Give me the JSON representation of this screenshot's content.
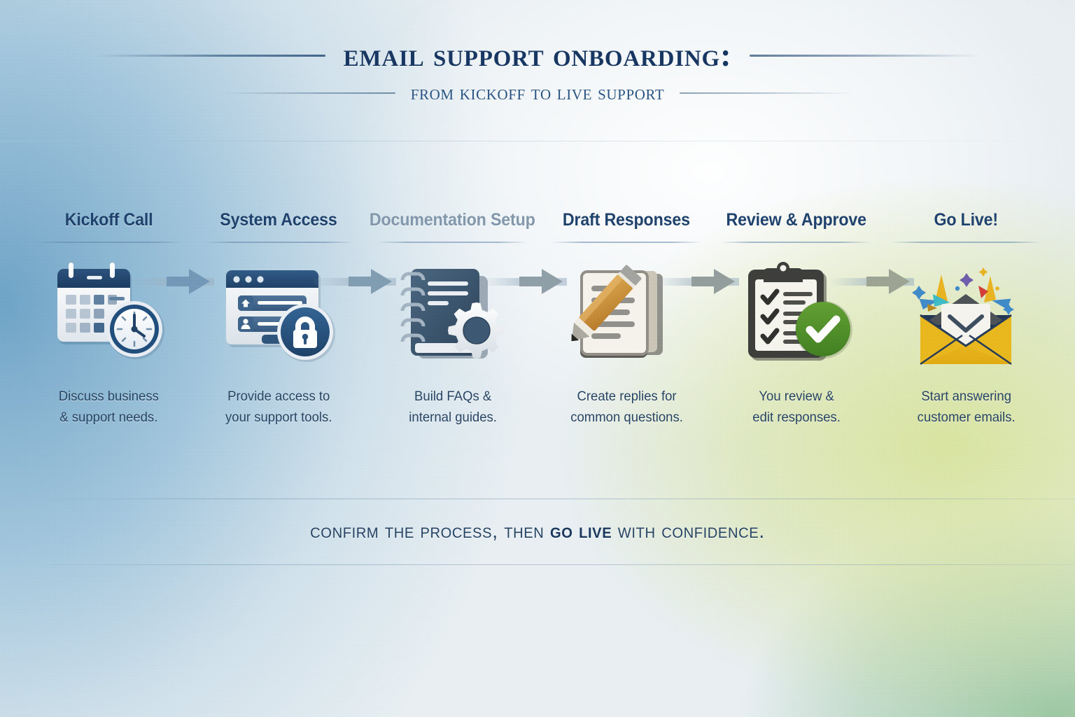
{
  "header": {
    "title": "Email Support Onboarding:",
    "subtitle": "From Kickoff to Live Support"
  },
  "steps": [
    {
      "id": "kickoff-call",
      "label": "Kickoff Call",
      "caption": "Discuss business\n& support needs.",
      "icon": "calendar-clock-icon",
      "muted": false
    },
    {
      "id": "system-access",
      "label": "System Access",
      "caption": "Provide access to\nyour support tools.",
      "icon": "browser-lock-icon",
      "muted": false
    },
    {
      "id": "documentation-setup",
      "label": "Documentation Setup",
      "caption": "Build FAQs &\ninternal guides.",
      "icon": "notebook-gear-icon",
      "muted": true
    },
    {
      "id": "draft-responses",
      "label": "Draft Responses",
      "caption": "Create replies for\ncommon questions.",
      "icon": "document-pencil-icon",
      "muted": false
    },
    {
      "id": "review-approve",
      "label": "Review & Approve",
      "caption": "You review &\nedit responses.",
      "icon": "clipboard-check-icon",
      "muted": false
    },
    {
      "id": "go-live",
      "label": "Go Live!",
      "caption": "Start answering\ncustomer emails.",
      "icon": "envelope-confetti-icon",
      "muted": false
    }
  ],
  "footer": {
    "text_before": "Confirm the process, then ",
    "emphasis": "Go Live",
    "text_after": " with confidence."
  },
  "colors": {
    "title_navy": "#16355e",
    "subtitle_blue": "#27507e",
    "heading_blue": "#1d3f68",
    "muted_heading": "#7d93a8",
    "caption_blue": "#25415e",
    "arrow_steel": "#6f93b4",
    "icon_navy": "#1d3c63",
    "icon_slate": "#3c5a74",
    "accent_green": "#4c8a2a",
    "envelope_gold": "#e8b320",
    "pencil_orange": "#c8862f",
    "bg_left": "#4b83aa",
    "bg_right": "#d4dd93",
    "bg_bottom_right": "#a9c9a6"
  }
}
